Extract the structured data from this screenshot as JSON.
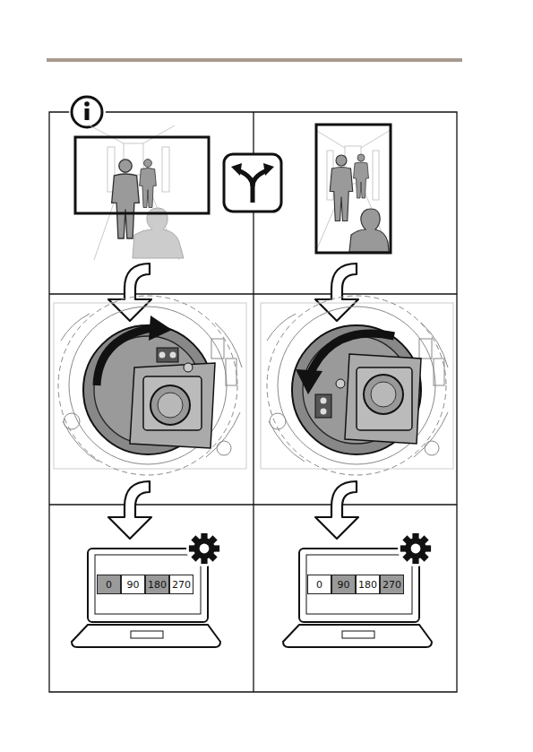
{
  "diagram": {
    "labels": [
      "0",
      "90",
      "180",
      "270",
      "0",
      "90",
      "180",
      "270"
    ]
  }
}
